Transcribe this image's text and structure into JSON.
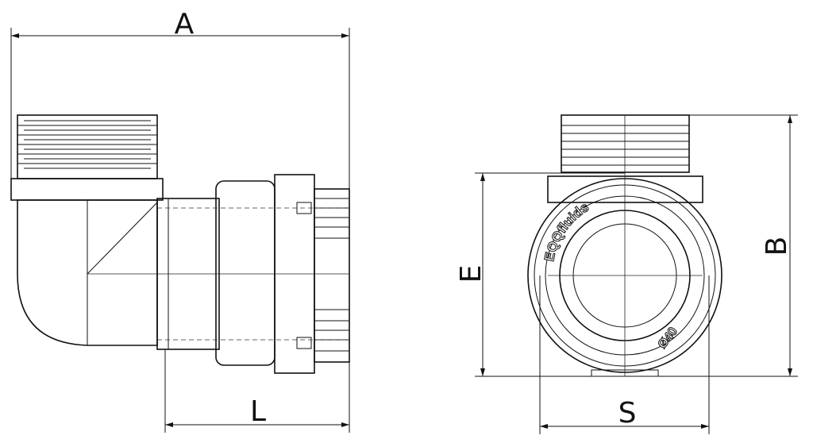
{
  "drawing": {
    "dimensions": {
      "a": "A",
      "l": "L",
      "e": "E",
      "b": "B",
      "s": "S"
    },
    "brand_marking": "EQQfluids",
    "size_marking": "Ø40",
    "color": "#111111"
  }
}
